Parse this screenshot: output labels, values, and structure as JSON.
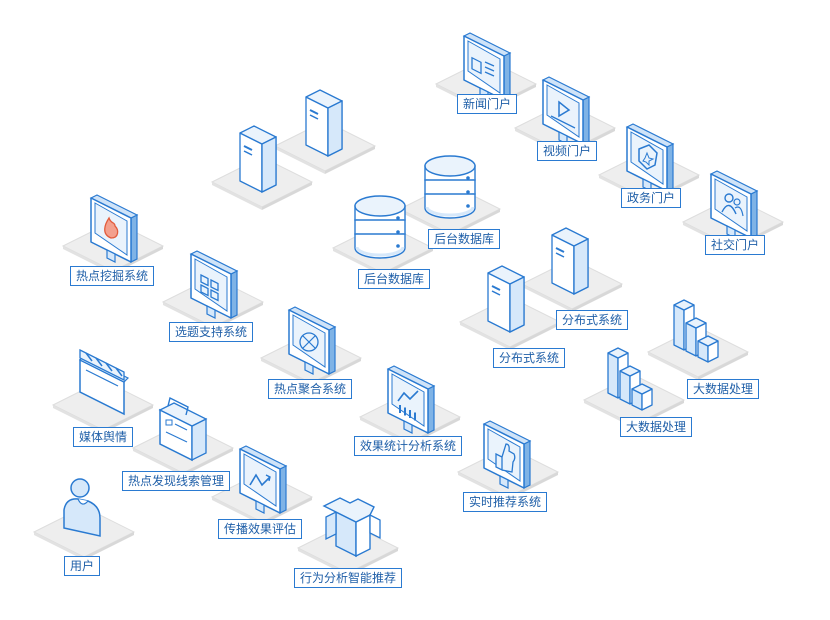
{
  "colors": {
    "stroke": "#2a7ad1",
    "face": "#ffffff",
    "side": "#d6e8fa",
    "dark": "#7fb3e6",
    "platform": "#eeeeee",
    "platform_edge": "#dddddd"
  },
  "nodes": {
    "news_portal": {
      "label": "新闻门户",
      "icon": "news-monitor-icon"
    },
    "video_portal": {
      "label": "视频门户",
      "icon": "video-monitor-icon"
    },
    "gov_portal": {
      "label": "政务门户",
      "icon": "shield-monitor-icon"
    },
    "social_portal": {
      "label": "社交门户",
      "icon": "people-monitor-icon"
    },
    "servers_top": {
      "label": "",
      "icon": "server-pair-icon"
    },
    "backend_db_right": {
      "label": "后台数据库",
      "icon": "database-icon"
    },
    "backend_db_left": {
      "label": "后台数据库",
      "icon": "database-icon"
    },
    "distributed_right": {
      "label": "分布式系统",
      "icon": "server-icon"
    },
    "distributed_left": {
      "label": "分布式系统",
      "icon": "server-icon"
    },
    "bigdata_right": {
      "label": "大数据处理",
      "icon": "cube-stack-icon"
    },
    "bigdata_left": {
      "label": "大数据处理",
      "icon": "cube-stack-icon"
    },
    "hot_mining": {
      "label": "热点挖掘系统",
      "icon": "flame-monitor-icon"
    },
    "topic_support": {
      "label": "选题支持系统",
      "icon": "grid-monitor-icon"
    },
    "hot_aggregation": {
      "label": "热点聚合系统",
      "icon": "aggregate-monitor-icon"
    },
    "effect_analysis": {
      "label": "效果统计分析系统",
      "icon": "chart-monitor-icon"
    },
    "realtime_recommend": {
      "label": "实时推荐系统",
      "icon": "thumbs-up-monitor-icon"
    },
    "media_sentiment": {
      "label": "媒体舆情",
      "icon": "clapperboard-icon"
    },
    "hot_clue": {
      "label": "热点发现线索管理",
      "icon": "briefcase-icon"
    },
    "spread_eval": {
      "label": "传播效果评估",
      "icon": "line-chart-monitor-icon"
    },
    "behavior_recommend": {
      "label": "行为分析智能推荐",
      "icon": "puzzle-icon"
    },
    "user": {
      "label": "用户",
      "icon": "user-icon"
    }
  }
}
